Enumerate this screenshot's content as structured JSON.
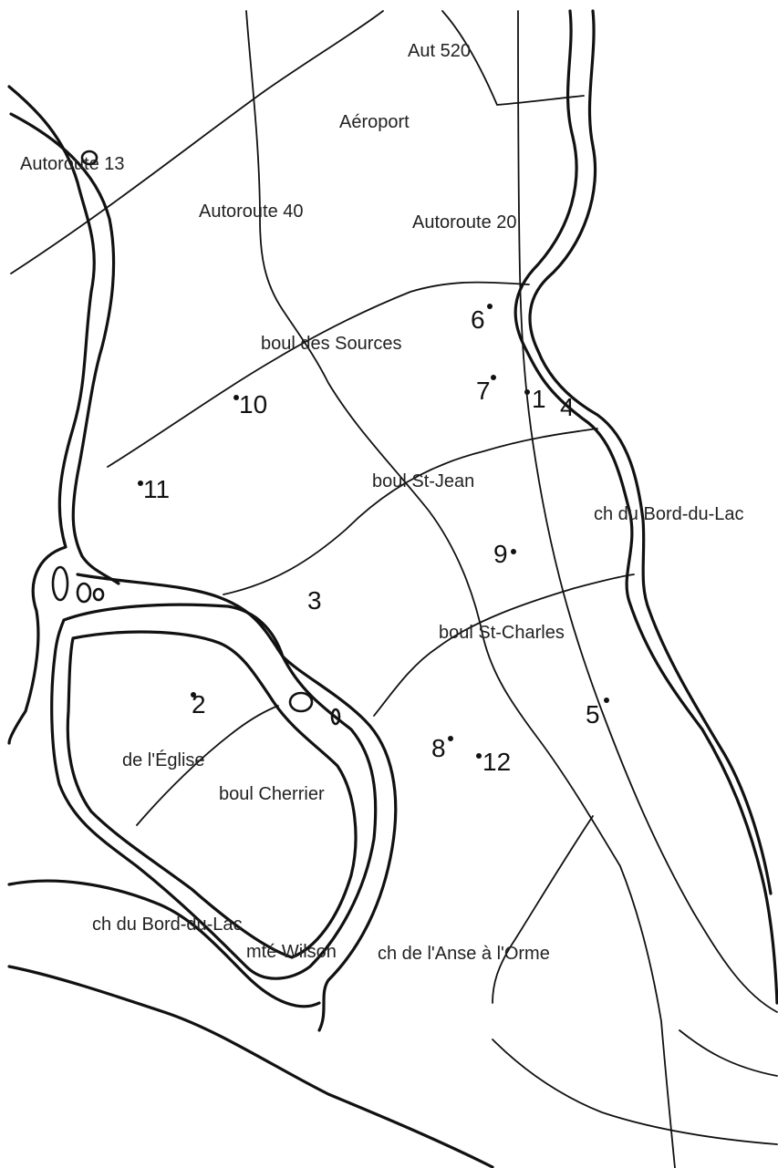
{
  "map": {
    "colors": {
      "background": "#ffffff",
      "ink": "#111111",
      "label": "#222222"
    },
    "road_labels": {
      "aut520": "Aut 520",
      "aeroport": "Aéroport",
      "autoroute13": "Autoroute 13",
      "autoroute40": "Autoroute 40",
      "autoroute20": "Autoroute 20",
      "boul_sources": "boul des Sources",
      "boul_st_jean": "boul St-Jean",
      "ch_bord_du_lac_east": "ch du Bord-du-Lac",
      "boul_st_charles": "boul St-Charles",
      "de_l_eglise": "de l'Église",
      "boul_cherrier": "boul Cherrier",
      "ch_bord_du_lac_south": "ch du Bord-du-Lac",
      "mte_wilson": "mté Wilson",
      "ch_anse_orme": "ch de l'Anse à l'Orme"
    },
    "sites": {
      "s1": "1",
      "s2": "2",
      "s3": "3",
      "s4": "4",
      "s5": "5",
      "s6": "6",
      "s7": "7",
      "s8": "8",
      "s9": "9",
      "s10": "10",
      "s11": "11",
      "s12": "12"
    }
  }
}
